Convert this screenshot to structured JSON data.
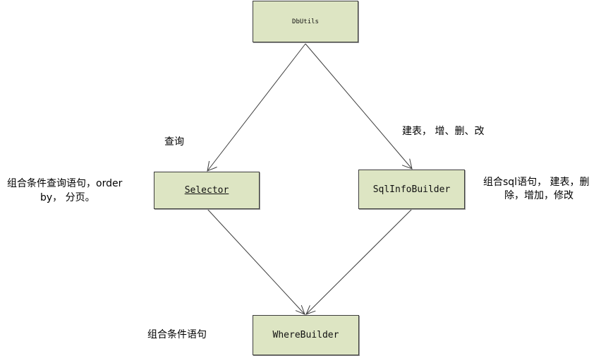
{
  "colors": {
    "node_fill": "#dde5c3",
    "node_border": "#3d3d3d",
    "edge": "#3d3d3d",
    "background": "#ffffff"
  },
  "nodes": {
    "dbutils": "DbUtils",
    "selector": "Selector",
    "sqlinfobuilder": "SqlInfoBuilder",
    "wherebuilder": "WhereBuilder"
  },
  "labels": {
    "query": "查询",
    "create_crud": "建表， 增、删、改",
    "selector_desc_line1": "组合条件查询语句，order",
    "selector_desc_line2": "by， 分页。",
    "sqlinfo_desc_line1": "组合sql语句， 建表，删",
    "sqlinfo_desc_line2": "除，增加，修改",
    "where_desc": "组合条件语句"
  },
  "edges": [
    {
      "from": "DbUtils",
      "to": "Selector"
    },
    {
      "from": "DbUtils",
      "to": "SqlInfoBuilder"
    },
    {
      "from": "Selector",
      "to": "WhereBuilder"
    },
    {
      "from": "SqlInfoBuilder",
      "to": "WhereBuilder"
    }
  ]
}
